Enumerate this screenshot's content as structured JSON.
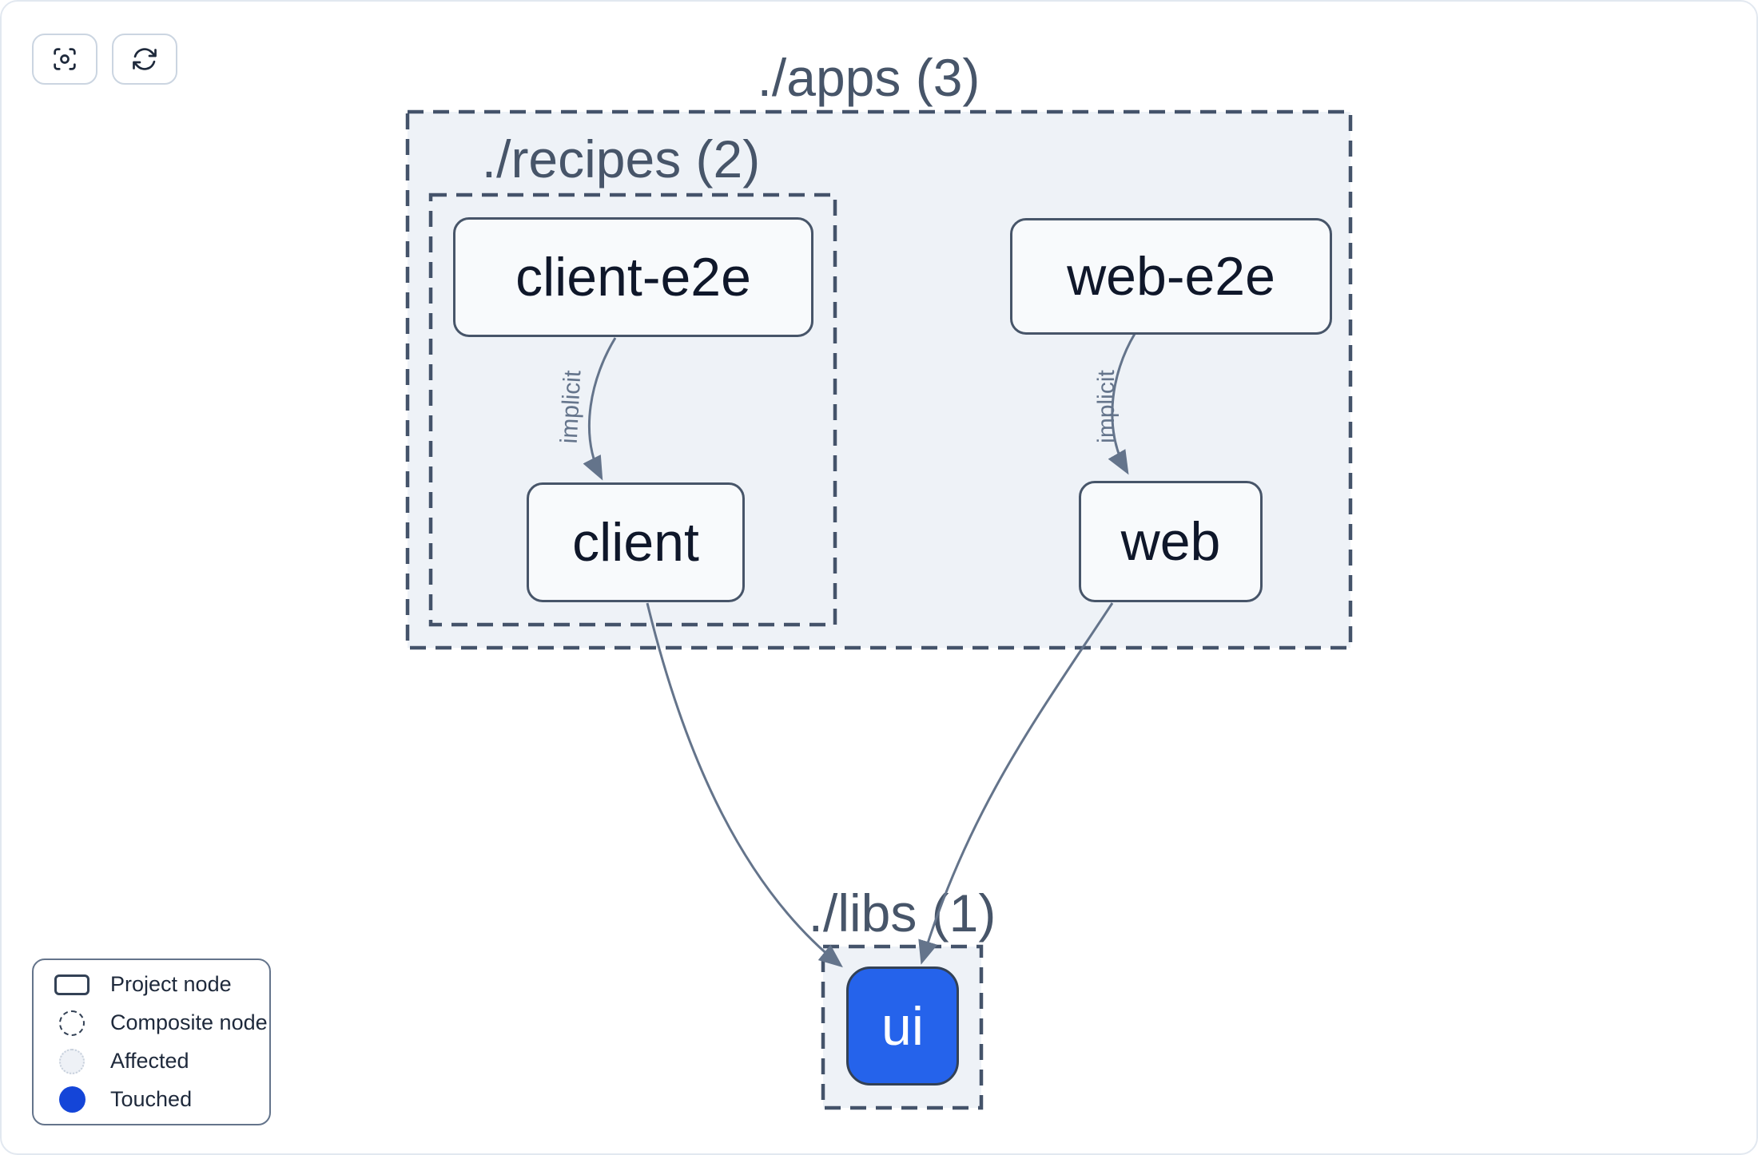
{
  "toolbar": {
    "buttons": [
      {
        "name": "focus-graph",
        "icon": "viewfinder-circle-icon"
      },
      {
        "name": "refresh-graph",
        "icon": "refresh-icon"
      }
    ]
  },
  "graph": {
    "containers": [
      {
        "id": "apps",
        "label": "./apps (3)",
        "count": 3
      },
      {
        "id": "recipes",
        "label": "./recipes (2)",
        "count": 2
      },
      {
        "id": "libs",
        "label": "./libs (1)",
        "count": 1
      }
    ],
    "nodes": [
      {
        "id": "client-e2e",
        "label": "client-e2e",
        "state": "project"
      },
      {
        "id": "web-e2e",
        "label": "web-e2e",
        "state": "project"
      },
      {
        "id": "client",
        "label": "client",
        "state": "project"
      },
      {
        "id": "web",
        "label": "web",
        "state": "project"
      },
      {
        "id": "ui",
        "label": "ui",
        "state": "touched"
      }
    ],
    "edges": [
      {
        "from": "client-e2e",
        "to": "client",
        "label": "implicit"
      },
      {
        "from": "web-e2e",
        "to": "web",
        "label": "implicit"
      },
      {
        "from": "client",
        "to": "ui",
        "label": ""
      },
      {
        "from": "web",
        "to": "ui",
        "label": ""
      }
    ]
  },
  "legend": {
    "items": [
      {
        "label": "Project node",
        "icon": "project-node-icon"
      },
      {
        "label": "Composite node",
        "icon": "composite-node-icon"
      },
      {
        "label": "Affected",
        "icon": "affected-node-icon"
      },
      {
        "label": "Touched",
        "icon": "touched-node-icon"
      }
    ]
  },
  "colors": {
    "page-border": "#e2e8f0",
    "button-border": "#cbd5e1",
    "icon-color": "#1e293b",
    "container-fill": "#eef2f7",
    "dash-color": "#44536a",
    "container-label": "#475569",
    "edge-color": "#64748b",
    "node-fill": "#f8fafc",
    "node-border": "#475569",
    "node-text": "#0f172a",
    "ui-fill": "#2563eb",
    "ui-border": "#334155",
    "touched-blue": "#1445d8",
    "legend-border": "#64748b",
    "legend-text": "#1e293b"
  }
}
